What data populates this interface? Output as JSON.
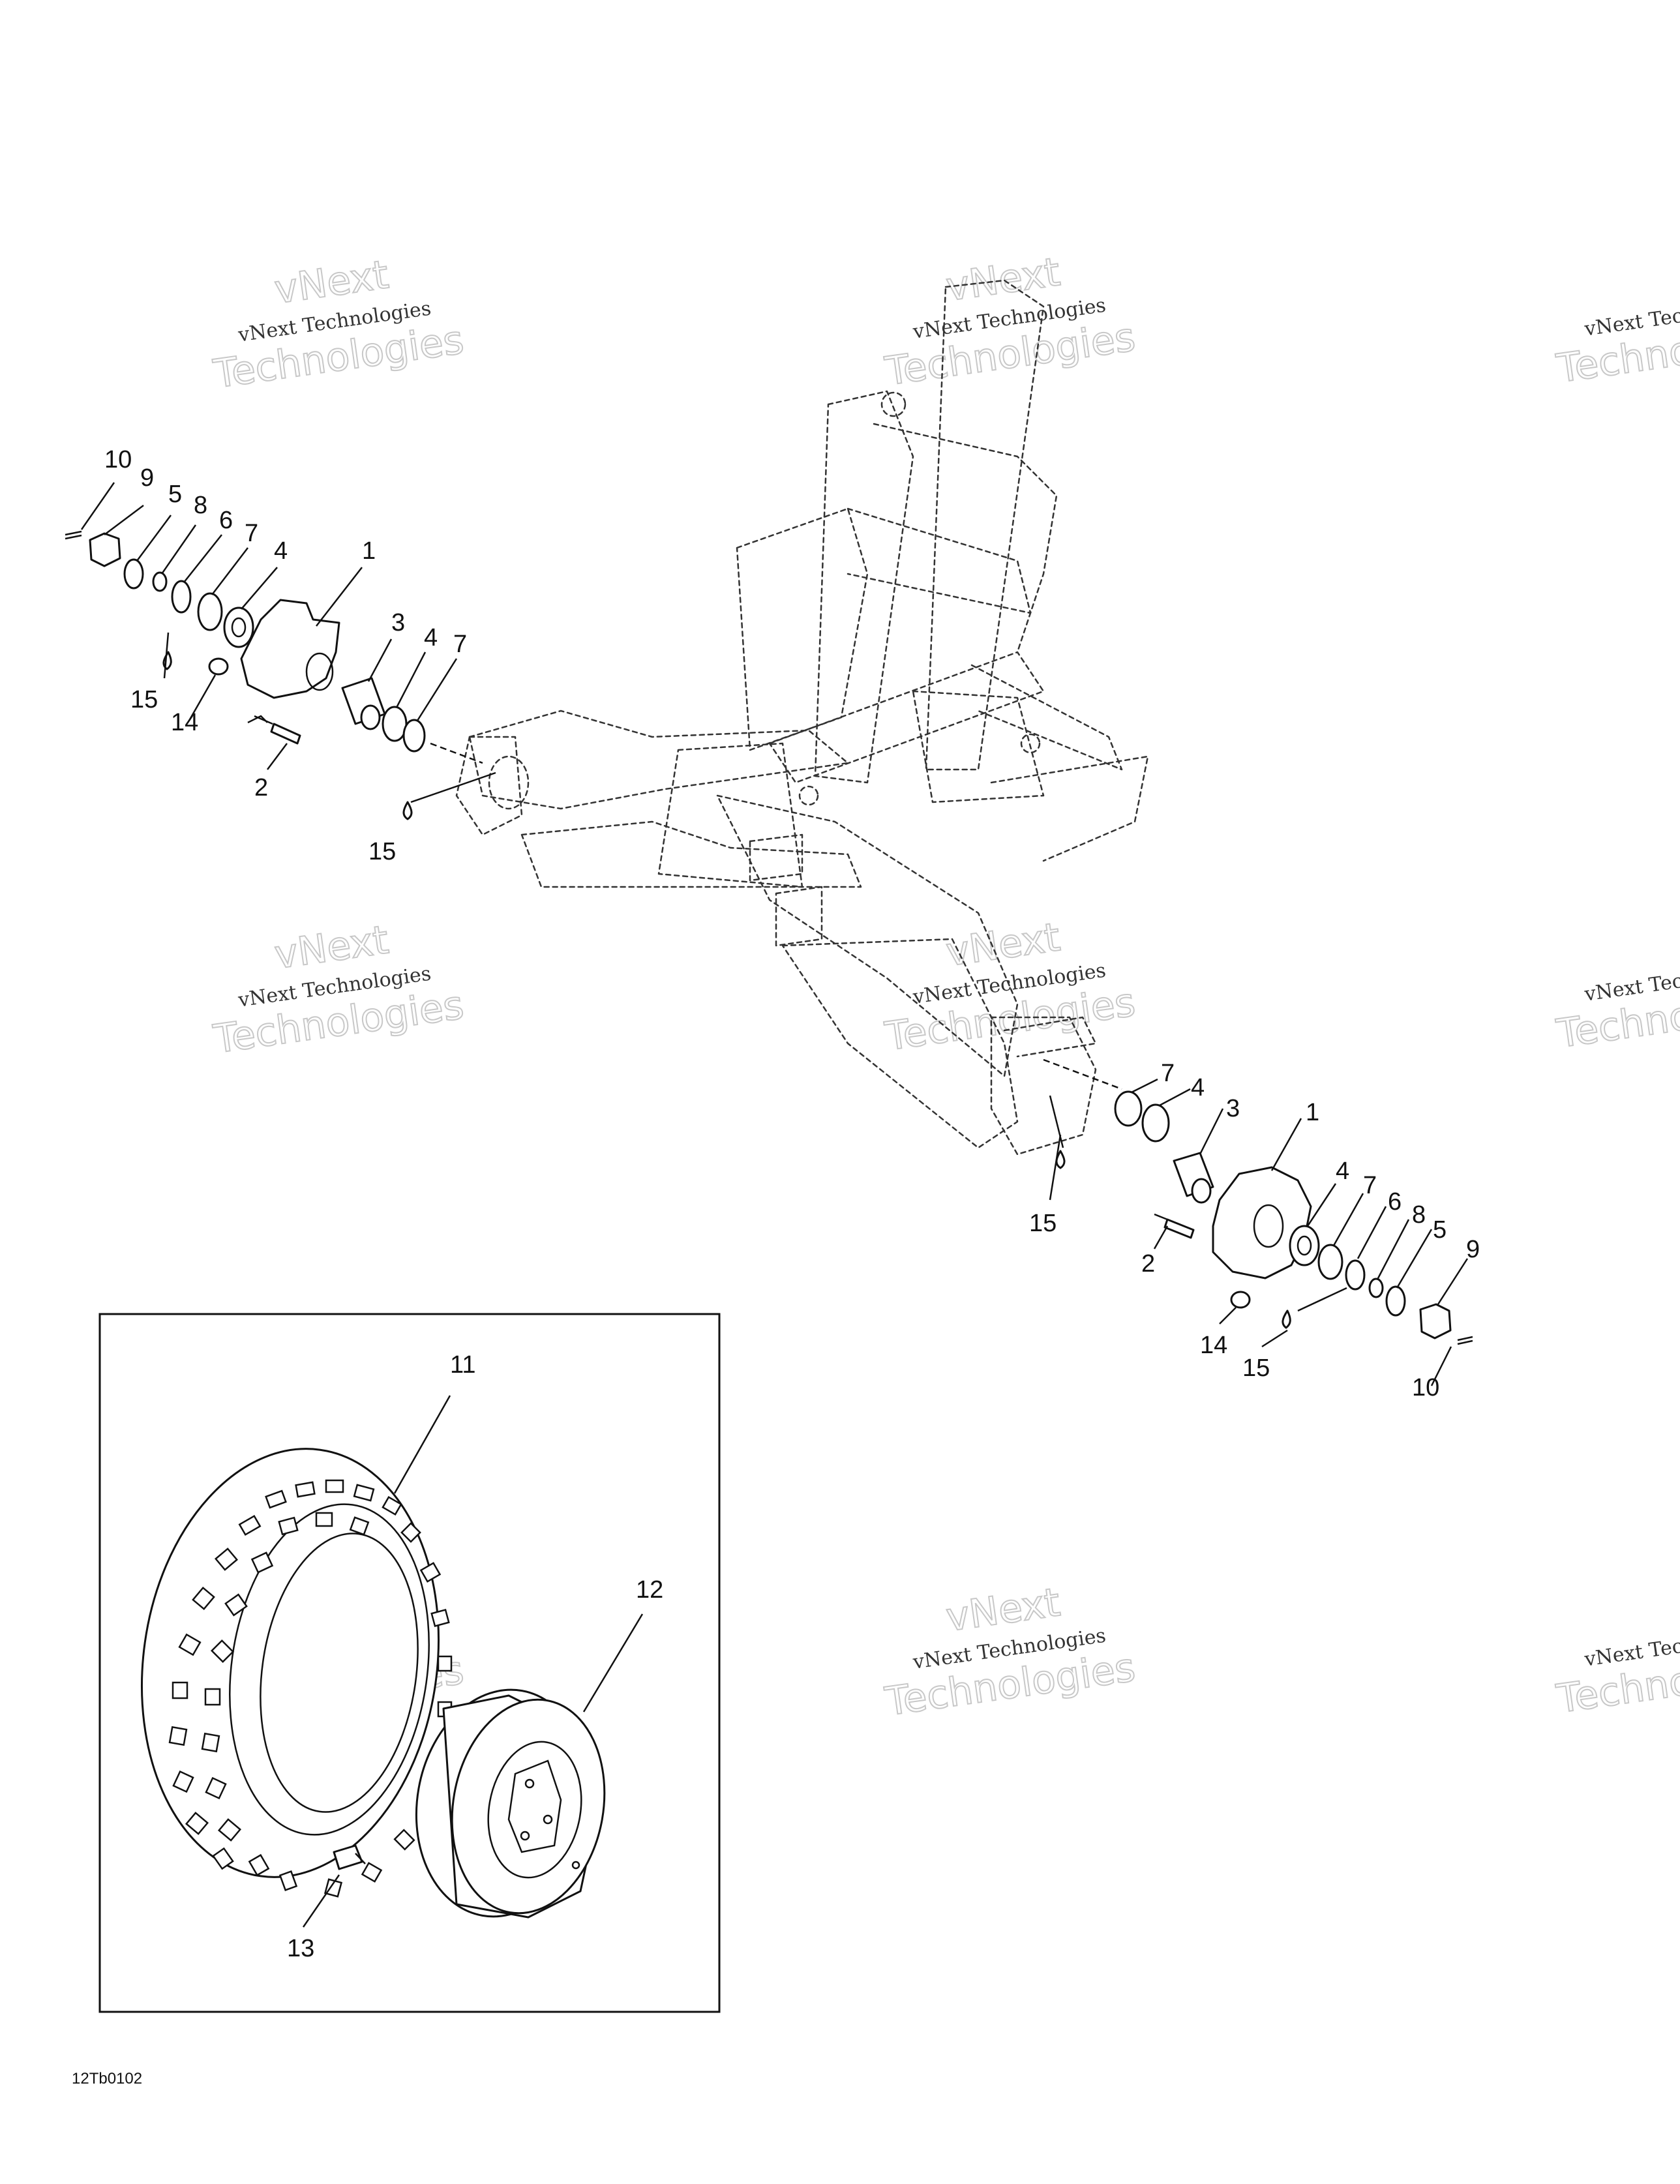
{
  "diagram": {
    "reference_code": "12Tb0102",
    "watermark": {
      "line1": "vNext Technologies",
      "line2": "vNext",
      "line3": "Technologies"
    },
    "callouts": {
      "left_assembly": [
        "10",
        "9",
        "5",
        "8",
        "6",
        "7",
        "4",
        "1",
        "3",
        "4",
        "7",
        "15",
        "14",
        "2",
        "15"
      ],
      "right_assembly": [
        "7",
        "4",
        "3",
        "1",
        "4",
        "7",
        "6",
        "8",
        "5",
        "9",
        "15",
        "2",
        "14",
        "15",
        "10"
      ],
      "wheel_inset": [
        "11",
        "12",
        "13"
      ]
    }
  }
}
